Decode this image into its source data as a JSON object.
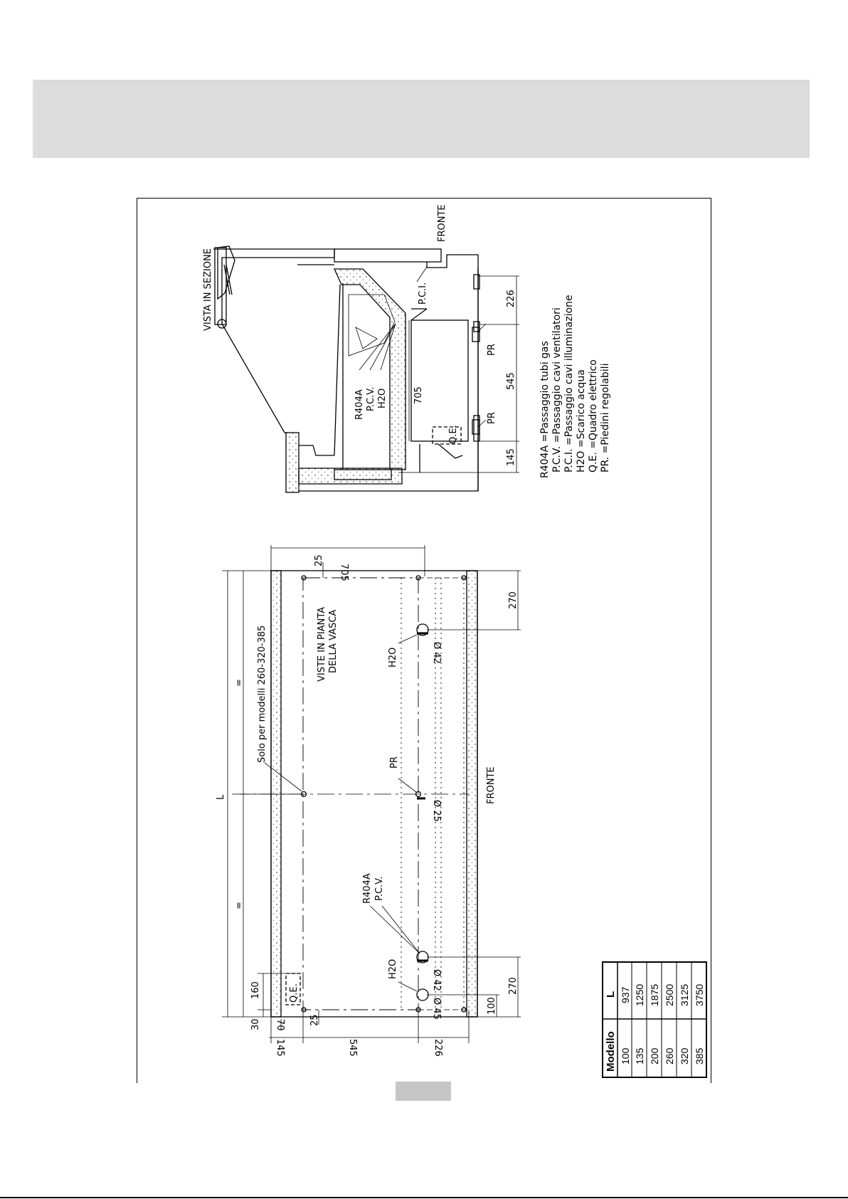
{
  "section_view": {
    "title": "VISTA IN SEZIONE",
    "front_label": "FRONTE",
    "labels": {
      "pci": "P.C.I.",
      "r404a": "R404A",
      "pcv": "P.C.V.",
      "h2o": "H2O",
      "qe": "Q.E.",
      "pr": "PR"
    },
    "dims": {
      "d226": "226",
      "d545": "545",
      "d145": "145",
      "d705": "705"
    }
  },
  "legend": [
    "R404A =Passaggio tubi gas",
    "P.C.V. =Passaggio cavi ventilatori",
    "P.C.I. =Passaggio cavi illuminazione",
    "H2O =Scarico acqua",
    "Q.E. =Quadro elettrico",
    "PR. =Piedini regolabili"
  ],
  "plan_view": {
    "title_line1": "VISTE IN PIANTA",
    "title_line2": "DELLA VASCA",
    "front_label": "FRONTE",
    "note": "Solo per modelli 260-320-385",
    "length_label": "L",
    "equal_sign": "=",
    "labels": {
      "h2o": "H2O",
      "pr": "PR",
      "r404a": "R404A",
      "pcv": "P.C.V.",
      "qe": "Q.E."
    },
    "diameters": {
      "d42": "Ø 42",
      "d25": "Ø 25",
      "d45": "Ø 45"
    },
    "dims": {
      "d705": "705",
      "d25": "25",
      "d270": "270",
      "d160": "160",
      "d30": "30",
      "d70": "70",
      "d145": "145",
      "d545": "545",
      "d226": "226",
      "d100": "100"
    }
  },
  "model_table": {
    "headers": [
      "Modello",
      "L"
    ],
    "rows": [
      [
        "100",
        "937"
      ],
      [
        "135",
        "1250"
      ],
      [
        "200",
        "1875"
      ],
      [
        "260",
        "2500"
      ],
      [
        "320",
        "3125"
      ],
      [
        "385",
        "3750"
      ]
    ]
  }
}
